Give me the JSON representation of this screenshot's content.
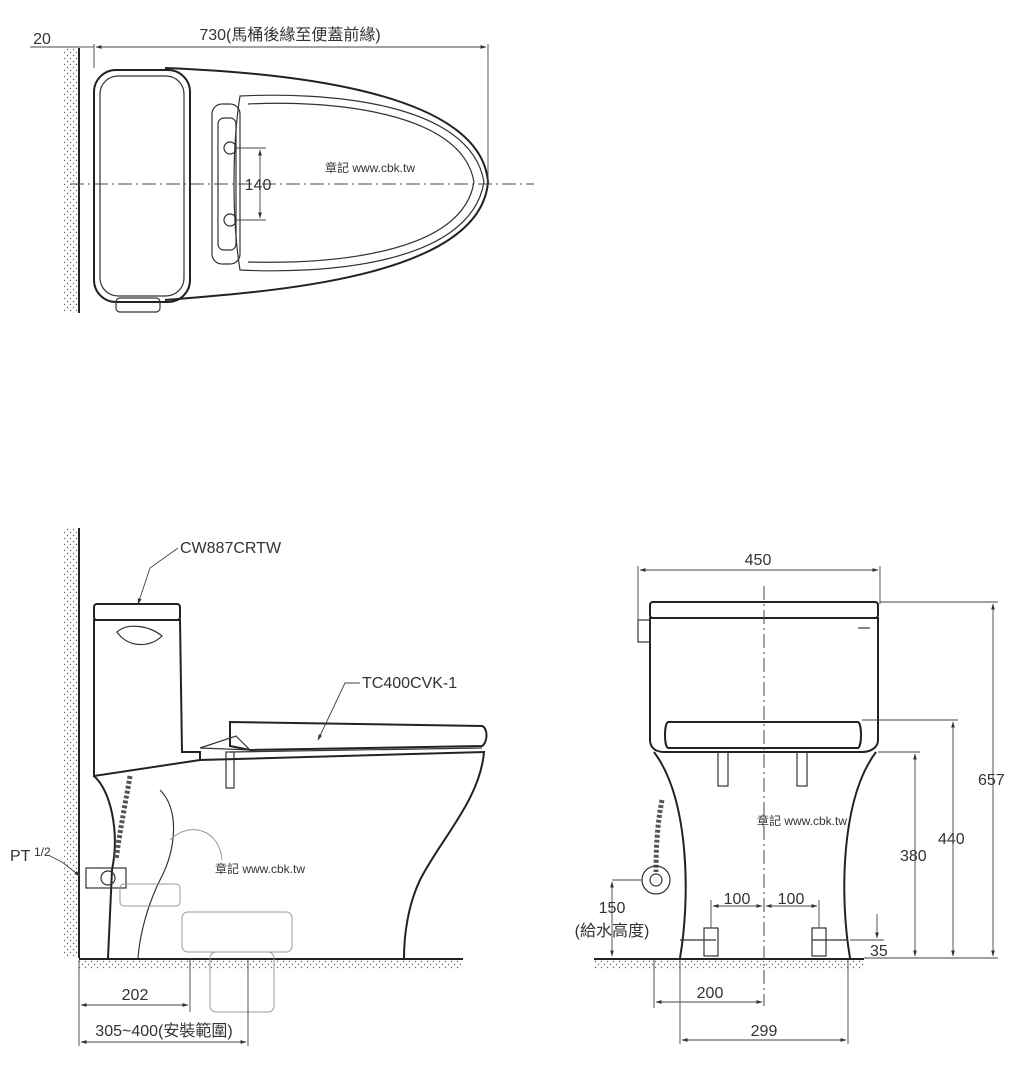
{
  "top_view": {
    "dim_wall_gap": "20",
    "dim_length": "730(馬桶後緣至便蓋前緣)",
    "dim_bolt_spacing": "140",
    "watermark": "章記 www.cbk.tw"
  },
  "side_view": {
    "label_tank": "CW887CRTW",
    "label_seat": "TC400CVK-1",
    "label_supply": "PT",
    "label_supply_fraction": "1/2",
    "watermark": "章記 www.cbk.tw",
    "dim_rough_in": "202",
    "dim_install_range": "305~400(安裝範圍)"
  },
  "front_view": {
    "dim_width": "450",
    "dim_total_height": "657",
    "dim_seat_height": "440",
    "dim_bowl_height": "380",
    "dim_supply_height": "150",
    "dim_supply_height_note": "(給水高度)",
    "dim_bolt_left": "100",
    "dim_bolt_right": "100",
    "dim_bolt_height": "35",
    "dim_center_offset": "200",
    "dim_base_width": "299",
    "watermark": "章記 www.cbk.tw"
  }
}
